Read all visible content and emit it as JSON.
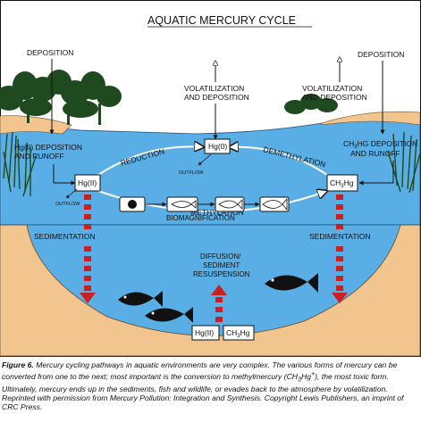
{
  "diagram": {
    "title": "AQUATIC MERCURY CYCLE",
    "labels": {
      "deposition_left": "DEPOSITION",
      "deposition_right": "DEPOSITION",
      "volatilization_center_1": "VOLATILIZATION",
      "volatilization_center_2": "AND DEPOSITION",
      "volatilization_right_1": "VOLATILIZATION",
      "volatilization_right_2": "AND DEPOSITION",
      "hg2_runoff_1": "Hg(II) DEPOSITION",
      "hg2_runoff_2": "AND RUNOFF",
      "ch3hg_runoff_1_pre": "CH",
      "ch3hg_runoff_1_sub": "3",
      "ch3hg_runoff_1_post": "HG DEPOSITION",
      "ch3hg_runoff_2": "AND RUNOFF",
      "reduction": "REDUCTION",
      "demethylation": "DEMETHYLATION",
      "methylation": "METHYLATION",
      "biomagnification": "BIOMAGNIFICATION",
      "outflow_upper": "OUTFLOW",
      "outflow_left": "OUTFLOW",
      "sedimentation_left": "SEDIMENTATION",
      "sedimentation_right": "SEDIMENTATION",
      "diffusion_1": "DIFFUSION/",
      "diffusion_2": "SEDIMENT",
      "diffusion_3": "RESUSPENSION"
    },
    "species": {
      "hg0": "Hg(0)",
      "hg2": "Hg(II)",
      "ch3hg_pre": "CH",
      "ch3hg_sub": "3",
      "ch3hg_post": "Hg",
      "sediment_hg2": "Hg(II)",
      "sediment_ch3hg_pre": "CH",
      "sediment_ch3hg_sub": "3",
      "sediment_ch3hg_post": "Hg"
    },
    "colors": {
      "water": "#5aaee6",
      "sediment": "#f2c58f",
      "red_arrow": "#cc1f1f",
      "trees": "#1f4a1f"
    }
  },
  "caption": {
    "label": "Figure 6.",
    "text_1": "  Mercury cycling pathways in aquatic environments are very complex. The various forms of mercury can be converted from one to the next; most important is the conversion to methylmercury (CH",
    "sub_1": "3",
    "text_2": "Hg",
    "sup_1": "+",
    "text_3": "), the most toxic form. Ultimately, mercury ends up in the sediments, fish and wildlife, or evades back to the atmosphere by volatilization. Reprinted with permission from Mercury Pollution: Integration and Synthesis. Copyright Lewis Publishers, an imprint of CRC Press."
  }
}
